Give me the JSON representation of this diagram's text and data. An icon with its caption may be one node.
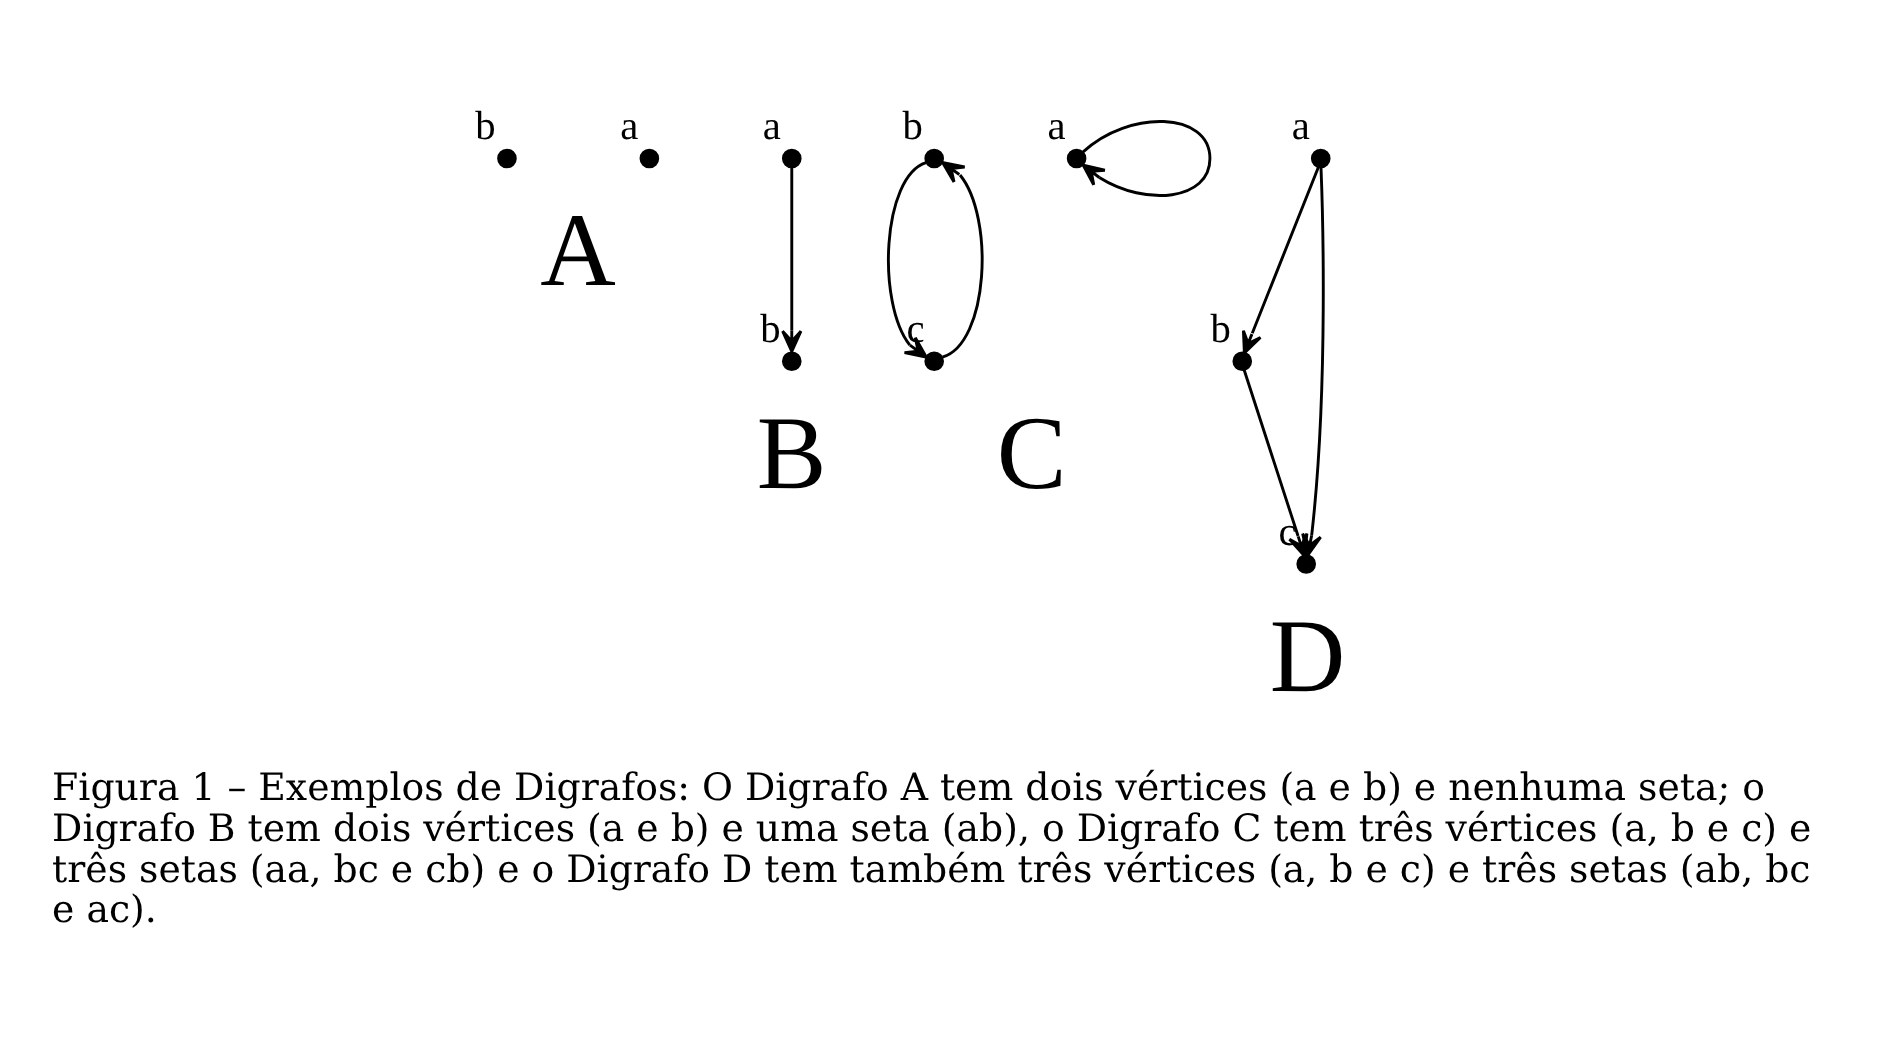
{
  "diagram": {
    "caption": "Figura 1 – Exemplos de Digrafos: O Digrafo A tem dois vértices (a e b) e nenhuma seta; o Digrafo B tem dois vértices (a e b) e uma seta (ab), o Digrafo C tem três vértices (a, b e c) e três setas (aa, bc e cb) e o Digrafo D tem também três vértices (a, b e c) e três setas (ab, bc e ac).",
    "nodes": [
      {
        "text": [],
        "shape": "circle",
        "beside": [
          "a"
        ]
      },
      {
        "text": [],
        "shape": "circle",
        "beside": [
          "b"
        ]
      },
      {
        "text": [],
        "shape": "circle",
        "beside": [
          "a"
        ]
      },
      {
        "text": [],
        "shape": "circle",
        "beside": [
          "b"
        ]
      },
      {
        "text": [],
        "shape": "circle",
        "beside": [
          "a"
        ]
      },
      {
        "text": [],
        "shape": "circle",
        "beside": [
          "b"
        ]
      },
      {
        "text": [],
        "shape": "circle",
        "beside": [
          "c"
        ]
      },
      {
        "text": [],
        "shape": "circle",
        "beside": [
          "a"
        ]
      },
      {
        "text": [],
        "shape": "circle",
        "beside": [
          "b"
        ]
      },
      {
        "text": [],
        "shape": "circle",
        "beside": [
          "c"
        ]
      }
    ],
    "edges": [
      {
        "from": 2,
        "to": 3,
        "arrow": "to"
      },
      {
        "from": 4,
        "to": 4,
        "arrow": "to"
      },
      {
        "from": 5,
        "to": 6,
        "arrow": "to"
      },
      {
        "from": 6,
        "to": 5,
        "arrow": "to"
      },
      {
        "from": 7,
        "to": 8,
        "arrow": "to"
      },
      {
        "from": 8,
        "to": 9,
        "arrow": "to"
      },
      {
        "from": 7,
        "to": 9,
        "arrow": "to"
      }
    ],
    "labels": [
      "A",
      "B",
      "C",
      "D"
    ]
  }
}
